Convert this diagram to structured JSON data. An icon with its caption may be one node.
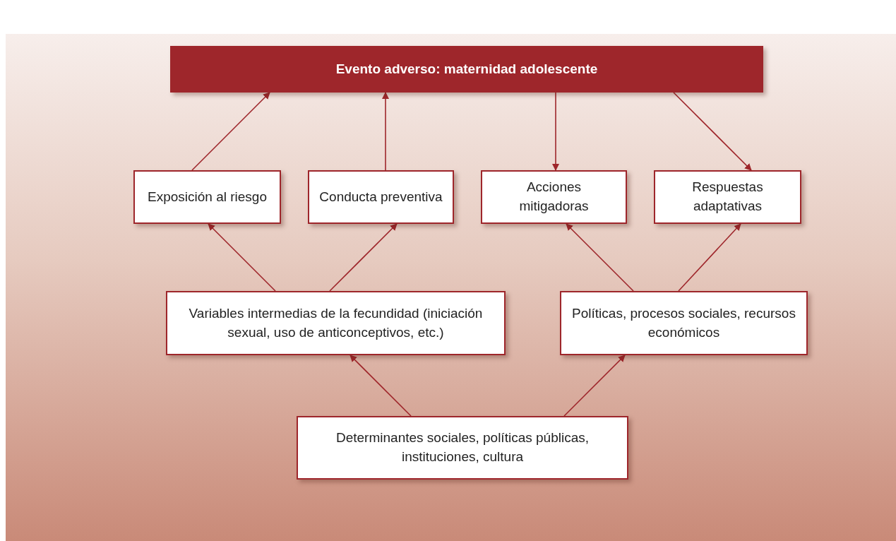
{
  "diagram": {
    "nodes": [
      {
        "text": [
          "Evento adverso: maternidad adolescente"
        ]
      },
      {
        "text": [
          "Exposición al riesgo"
        ]
      },
      {
        "text": [
          "Conducta preventiva"
        ]
      },
      {
        "text": [
          "Acciones mitigadoras"
        ]
      },
      {
        "text": [
          "Respuestas adaptativas"
        ]
      },
      {
        "text": [
          "Variables intermedias de la fecundidad (iniciación sexual, uso de anticonceptivos, etc.)"
        ]
      },
      {
        "text": [
          "Políticas, procesos sociales, recursos económicos"
        ]
      },
      {
        "text": [
          "Determinantes sociales, políticas públicas, instituciones, cultura"
        ]
      }
    ],
    "edges": [
      {
        "from": 1,
        "to": 0,
        "arrow": "to"
      },
      {
        "from": 2,
        "to": 0,
        "arrow": "to"
      },
      {
        "from": 0,
        "to": 3,
        "arrow": "to"
      },
      {
        "from": 0,
        "to": 4,
        "arrow": "to"
      },
      {
        "from": 5,
        "to": 1,
        "arrow": "to"
      },
      {
        "from": 5,
        "to": 2,
        "arrow": "to"
      },
      {
        "from": 6,
        "to": 3,
        "arrow": "to"
      },
      {
        "from": 6,
        "to": 4,
        "arrow": "to"
      },
      {
        "from": 7,
        "to": 5,
        "arrow": "to"
      },
      {
        "from": 7,
        "to": 6,
        "arrow": "to"
      }
    ]
  }
}
